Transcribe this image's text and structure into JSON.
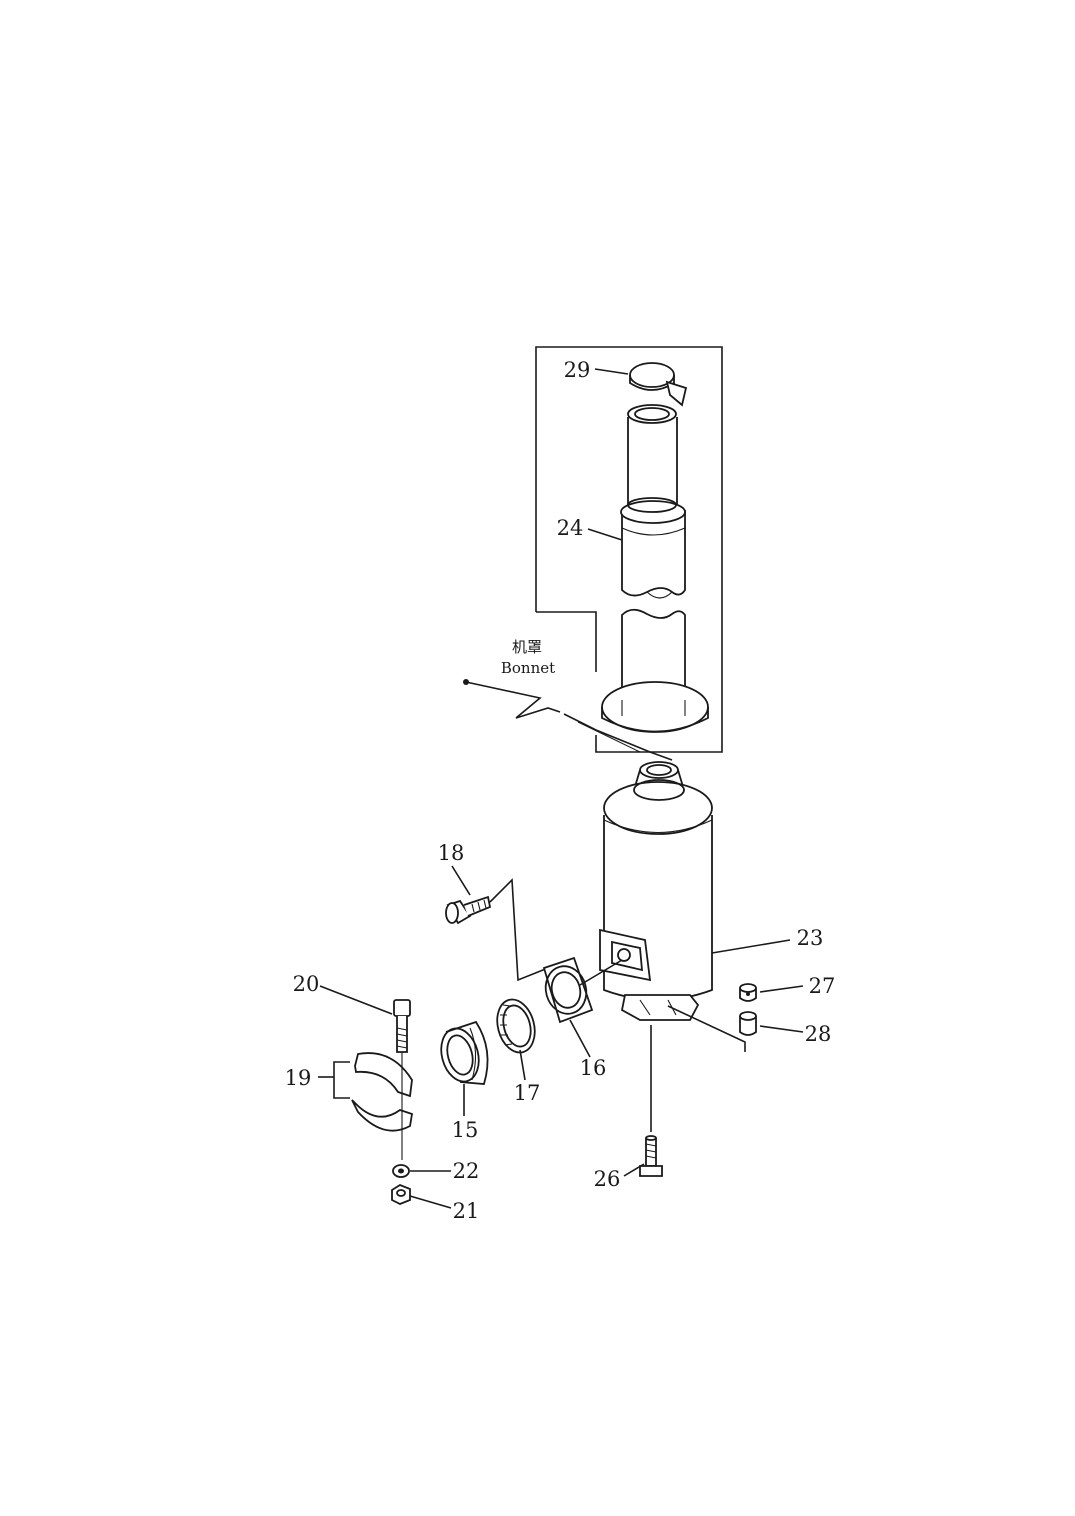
{
  "bonnet": {
    "label_cn": "机罩",
    "label_en": "Bonnet"
  },
  "parts": {
    "p15": "15",
    "p16": "16",
    "p17": "17",
    "p18": "18",
    "p19": "19",
    "p20": "20",
    "p21": "21",
    "p22": "22",
    "p23": "23",
    "p24": "24",
    "p26": "26",
    "p27": "27",
    "p28": "28",
    "p29": "29"
  }
}
